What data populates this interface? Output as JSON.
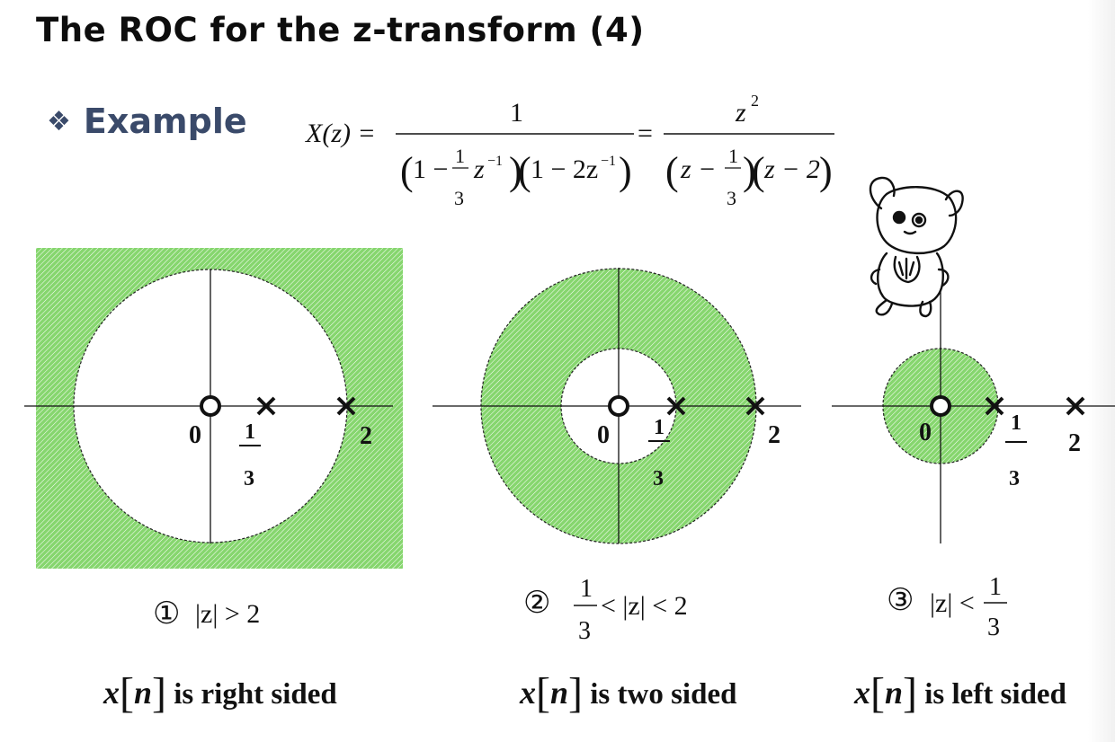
{
  "title": "The ROC for the z-transform (4)",
  "example": {
    "bullet": "❖",
    "label": "Example"
  },
  "equation": {
    "lhs": "X(z) =",
    "frac1_num": "1",
    "frac1_den_a": "1 − ",
    "frac1_den_b": "1",
    "frac1_den_c": "3",
    "frac1_den_d": "z",
    "frac1_den_e": "−1",
    "frac1_den_f": "1 − 2z",
    "frac1_den_g": "−1",
    "eq2": "=",
    "frac2_num": "z",
    "frac2_num_exp": "2",
    "frac2_den_a": "z − ",
    "frac2_den_b": "1",
    "frac2_den_c": "3",
    "frac2_den_d": "z − 2"
  },
  "diagrams": [
    {
      "id": "right-sided",
      "origin_label": "0",
      "pole_near_num": "1",
      "pole_near_den": "3",
      "pole_far_label": "2",
      "condition_marker": "①",
      "condition_text": "|z| > 2",
      "caption_x": "x",
      "caption_n": "n",
      "caption_rest": "is right sided"
    },
    {
      "id": "two-sided",
      "origin_label": "0",
      "pole_near_num": "1",
      "pole_near_den": "3",
      "pole_far_label": "2",
      "condition_marker": "②",
      "condition_frac_num": "1",
      "condition_frac_den": "3",
      "condition_text": "< |z| < 2",
      "caption_x": "x",
      "caption_n": "n",
      "caption_rest": "is two sided"
    },
    {
      "id": "left-sided",
      "origin_label": "0",
      "pole_near_num": "1",
      "pole_near_den": "3",
      "pole_far_label": "2",
      "condition_marker": "③",
      "condition_text": "|z| <",
      "condition_frac_num": "1",
      "condition_frac_den": "3",
      "caption_x": "x",
      "caption_n": "n",
      "caption_rest": "is left sided"
    }
  ],
  "colors": {
    "roc_fill": "#86d66e",
    "hatch": "#ffffff",
    "title": "#0d0d0d",
    "example": "#3a4a6a"
  },
  "icons": {
    "mascot": "cartoon-hamster-icon"
  }
}
